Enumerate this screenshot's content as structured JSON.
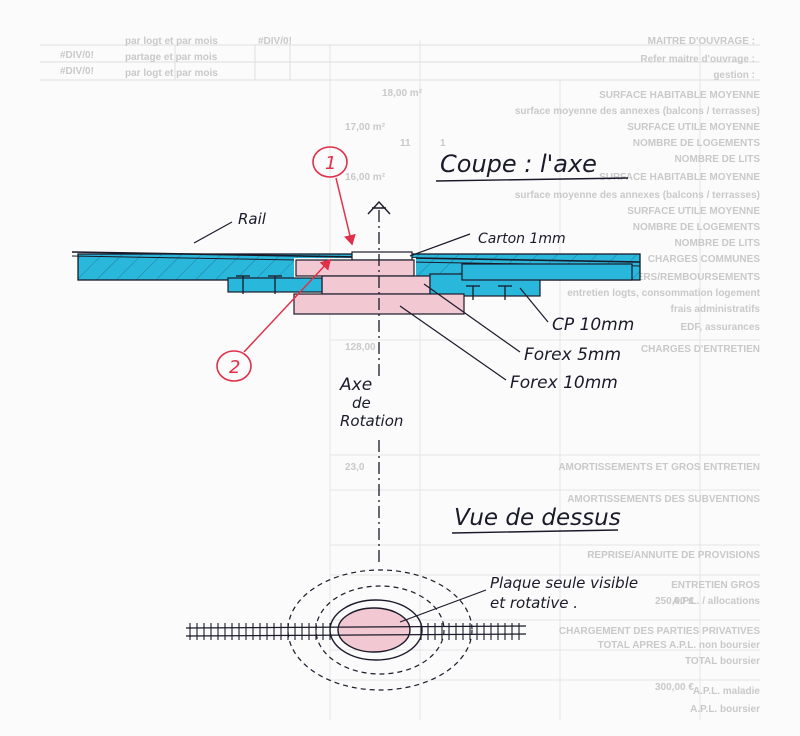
{
  "colors": {
    "ink": "#1a1a2a",
    "red_ink": "#e0304a",
    "blue_fill": "#29b8dc",
    "pink_fill": "#f2c8d2",
    "paper": "#fbfbfb",
    "ghost": "#c8c8c8"
  },
  "section_title": "Coupe : l'axe",
  "top_view_title": "Vue de dessus",
  "markers": {
    "one": "1",
    "two": "2"
  },
  "labels": {
    "rail": "Rail",
    "carton": "Carton 1mm",
    "cp": "CP 10mm",
    "forex5": "Forex 5mm",
    "forex10": "Forex 10mm",
    "axe_line1": "Axe",
    "axe_line2": "de",
    "axe_line3": "Rotation",
    "plaque_line1": "Plaque seule visible",
    "plaque_line2": "et rotative ."
  },
  "background_form": {
    "header_lines": [
      "MAITRE D'OUVRAGE :",
      "Refer maitre d'ouvrage :",
      "gestion :"
    ],
    "div_values": [
      "#DIV/0!",
      "#DIV/0!",
      "#DIV/0!"
    ],
    "per_unit": [
      "par logt et par mois",
      "partage et par mois",
      "par logt et par mois"
    ],
    "rows": [
      "SURFACE HABITABLE MOYENNE",
      "surface moyenne des annexes (balcons / terrasses)",
      "SURFACE UTILE MOYENNE",
      "NOMBRE DE LOGEMENTS",
      "NOMBRE DE LITS",
      "SURFACE HABITABLE MOYENNE",
      "surface moyenne des annexes (balcons / terrasses)",
      "SURFACE UTILE MOYENNE",
      "NOMBRE DE LOGEMENTS",
      "NOMBRE DE LITS",
      "CHARGES COMMUNES",
      "LOYERS/REMBOURSEMENTS",
      "entretien logts, consommation logement",
      "frais administratifs",
      "EDF, assurances",
      "CHARGES D'ENTRETIEN",
      "AMORTISSEMENTS ET GROS ENTRETIEN",
      "AMORTISSEMENTS DES SUBVENTIONS",
      "REPRISE/ANNUITE DE PROVISIONS",
      "ENTRETIEN GROS",
      "A.P.L. / allocations",
      "CHARGEMENT DES PARTIES PRIVATIVES",
      "TOTAL APRES A.P.L. non boursier",
      "TOTAL boursier",
      "A.P.L. maladie",
      "A.P.L. boursier"
    ],
    "values": [
      "18,00 m²",
      "17,00 m²",
      "11",
      "1",
      "16,00 m²",
      "128,00",
      "23,0",
      "250,00 €",
      "300,00 €"
    ]
  }
}
